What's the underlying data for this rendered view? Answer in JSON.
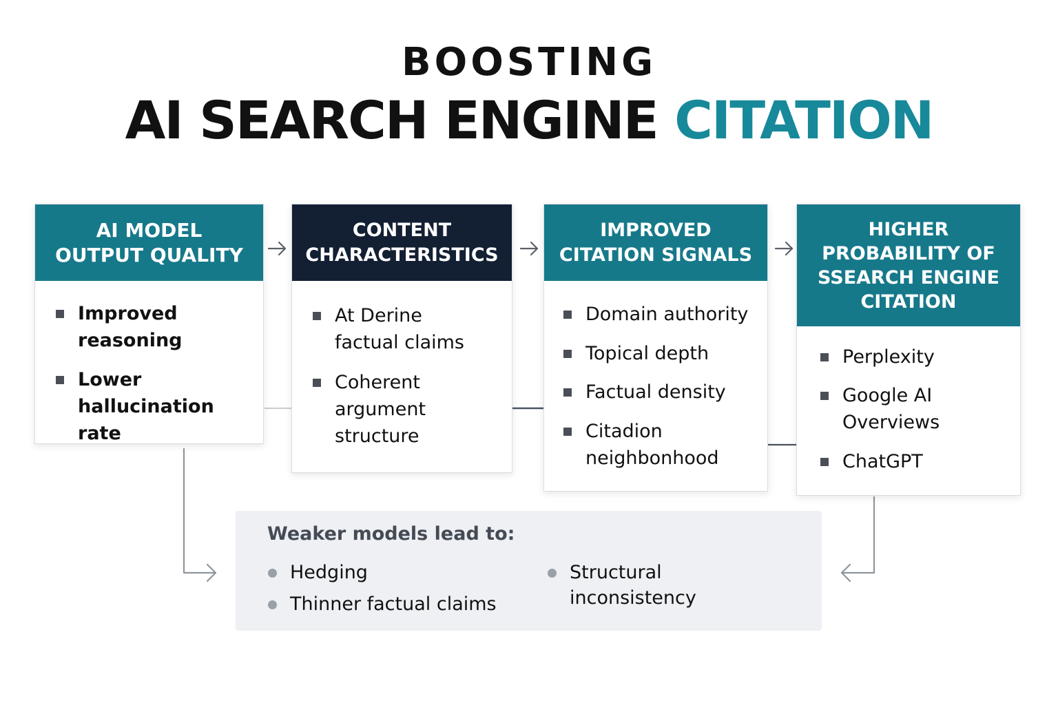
{
  "title": {
    "line1": "BOOSTING",
    "line2_main": "AI SEARCH ENGINE",
    "line2_accent": "CITATION"
  },
  "colors": {
    "accent": "#17899a",
    "teal_header": "#16798a",
    "navy_header": "#131f33",
    "bottom_panel": "#eef0f3"
  },
  "boxes": [
    {
      "header": [
        "AI MODEL",
        "OUTPUT QUALITY"
      ],
      "items": [
        [
          "Improved",
          "reasoning"
        ],
        [
          "Lower",
          "hallucination rate"
        ]
      ]
    },
    {
      "header": [
        "CONTENT",
        "CHARACTERISTICS"
      ],
      "items": [
        [
          "At Derine",
          "factual claims"
        ],
        [
          "Coherent",
          "argument",
          "structure"
        ]
      ]
    },
    {
      "header": [
        "IMPROVED",
        "CITATION SIGNALS"
      ],
      "items": [
        [
          "Domain authority"
        ],
        [
          "Topical depth"
        ],
        [
          "Factual density"
        ],
        [
          "Citadion",
          "neighbonhood"
        ]
      ]
    },
    {
      "header": [
        "HIGHER",
        "PROBABILITY OF",
        "SSEARCH ENGINE",
        "CITATION"
      ],
      "items": [
        [
          "Perplexity"
        ],
        [
          "Google AI",
          "Overviews"
        ],
        [
          "ChatGPT"
        ]
      ]
    }
  ],
  "bottom": {
    "title": "Weaker models lead to:",
    "left_items": [
      "Hedging",
      "Thinner factual claims"
    ],
    "right_items": [
      [
        "Structural",
        "inconsistency"
      ]
    ]
  }
}
